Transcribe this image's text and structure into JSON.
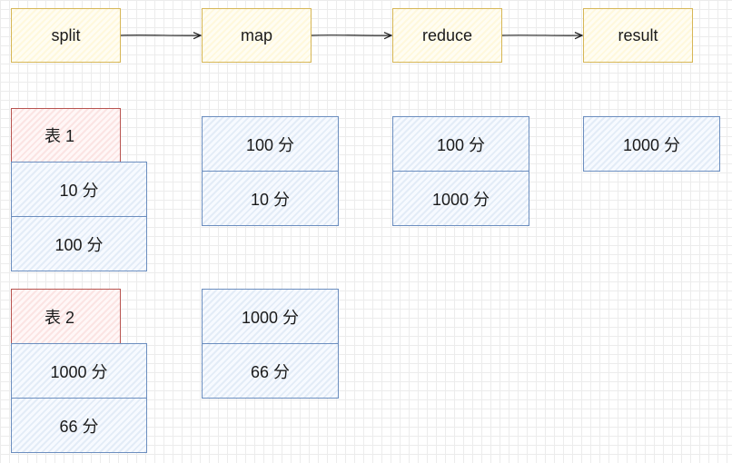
{
  "pipeline": {
    "split": "split",
    "map": "map",
    "reduce": "reduce",
    "result": "result"
  },
  "table1": {
    "title": "表 1",
    "rows": [
      "10 分",
      "100 分"
    ]
  },
  "table2": {
    "title": "表 2",
    "rows": [
      "1000 分",
      "66 分"
    ]
  },
  "map_group1": [
    "100 分",
    "10 分"
  ],
  "map_group2": [
    "1000 分",
    "66 分"
  ],
  "reduce_group": [
    "100 分",
    "1000 分"
  ],
  "result_group": [
    "1000 分"
  ],
  "colors": {
    "stage_border": "#d6b656",
    "data_border": "#6c8ebf",
    "table_border": "#b85450",
    "arrow": "#222222"
  }
}
